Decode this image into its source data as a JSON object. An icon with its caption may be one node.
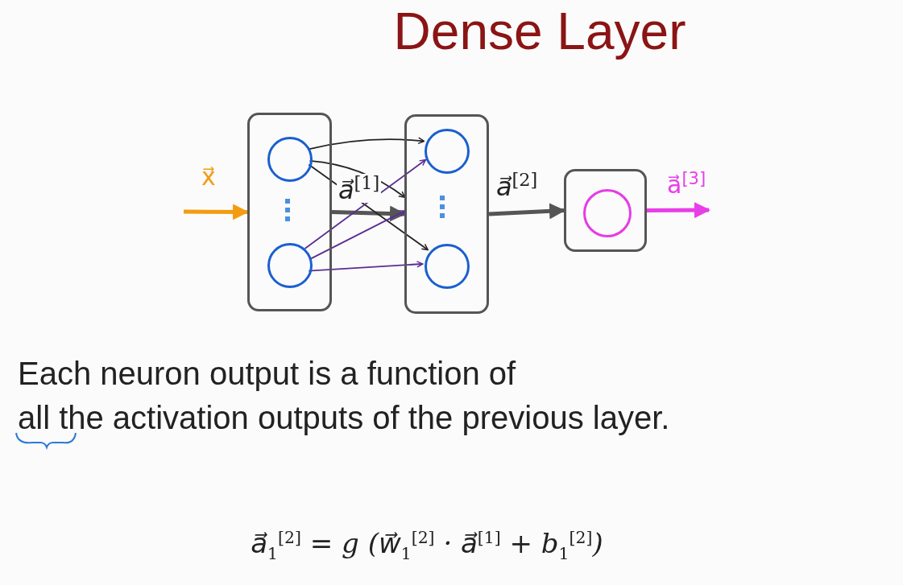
{
  "diagram": {
    "title": "Dense Layer",
    "nodes": [
      {
        "text": [],
        "shape": "box"
      },
      {
        "text": [],
        "shape": "circle",
        "in": 0
      },
      {
        "text": [],
        "shape": "circle",
        "in": 0
      },
      {
        "text": [],
        "shape": "box"
      },
      {
        "text": [],
        "shape": "circle",
        "in": 3
      },
      {
        "text": [],
        "shape": "circle",
        "in": 3
      },
      {
        "text": [],
        "shape": "box"
      },
      {
        "text": [],
        "shape": "circle",
        "in": 6
      }
    ],
    "edges": [
      {
        "from": null,
        "to": 0,
        "arrow": "to",
        "label": "x⃗",
        "style": "thick",
        "color": "#f39c12"
      },
      {
        "from": 0,
        "to": 3,
        "arrow": "to",
        "label": "a⃗$^{[1]}$",
        "style": "thick",
        "color": "#555555"
      },
      {
        "from": 3,
        "to": 6,
        "arrow": "to",
        "label": "a⃗$^{[2]}$",
        "style": "thick",
        "color": "#555555"
      },
      {
        "from": 6,
        "to": null,
        "arrow": "to",
        "label": "a⃗$^{[3]}$",
        "style": "thick",
        "color": "#e83ee8"
      },
      {
        "from": 1,
        "to": 4,
        "arrow": "to",
        "color": "#222222"
      },
      {
        "from": 1,
        "to": 3,
        "arrow": "to",
        "color": "#222222"
      },
      {
        "from": 1,
        "to": 5,
        "arrow": "to",
        "color": "#222222"
      },
      {
        "from": 2,
        "to": 4,
        "arrow": "to",
        "color": "#5a2d91"
      },
      {
        "from": 2,
        "to": 3,
        "arrow": "to",
        "color": "#5a2d91"
      },
      {
        "from": 2,
        "to": 5,
        "arrow": "to",
        "color": "#5a2d91"
      }
    ],
    "labels": [
      "Each neuron output is a function of",
      "all the activation outputs of the previous layer.",
      "a⃗$_{1}$$^{[2]}$ = g (w⃗$_{1}$$^{[2]}$ · a⃗$^{[1]}$ + b$_{1}$$^{[2]}$)"
    ]
  }
}
